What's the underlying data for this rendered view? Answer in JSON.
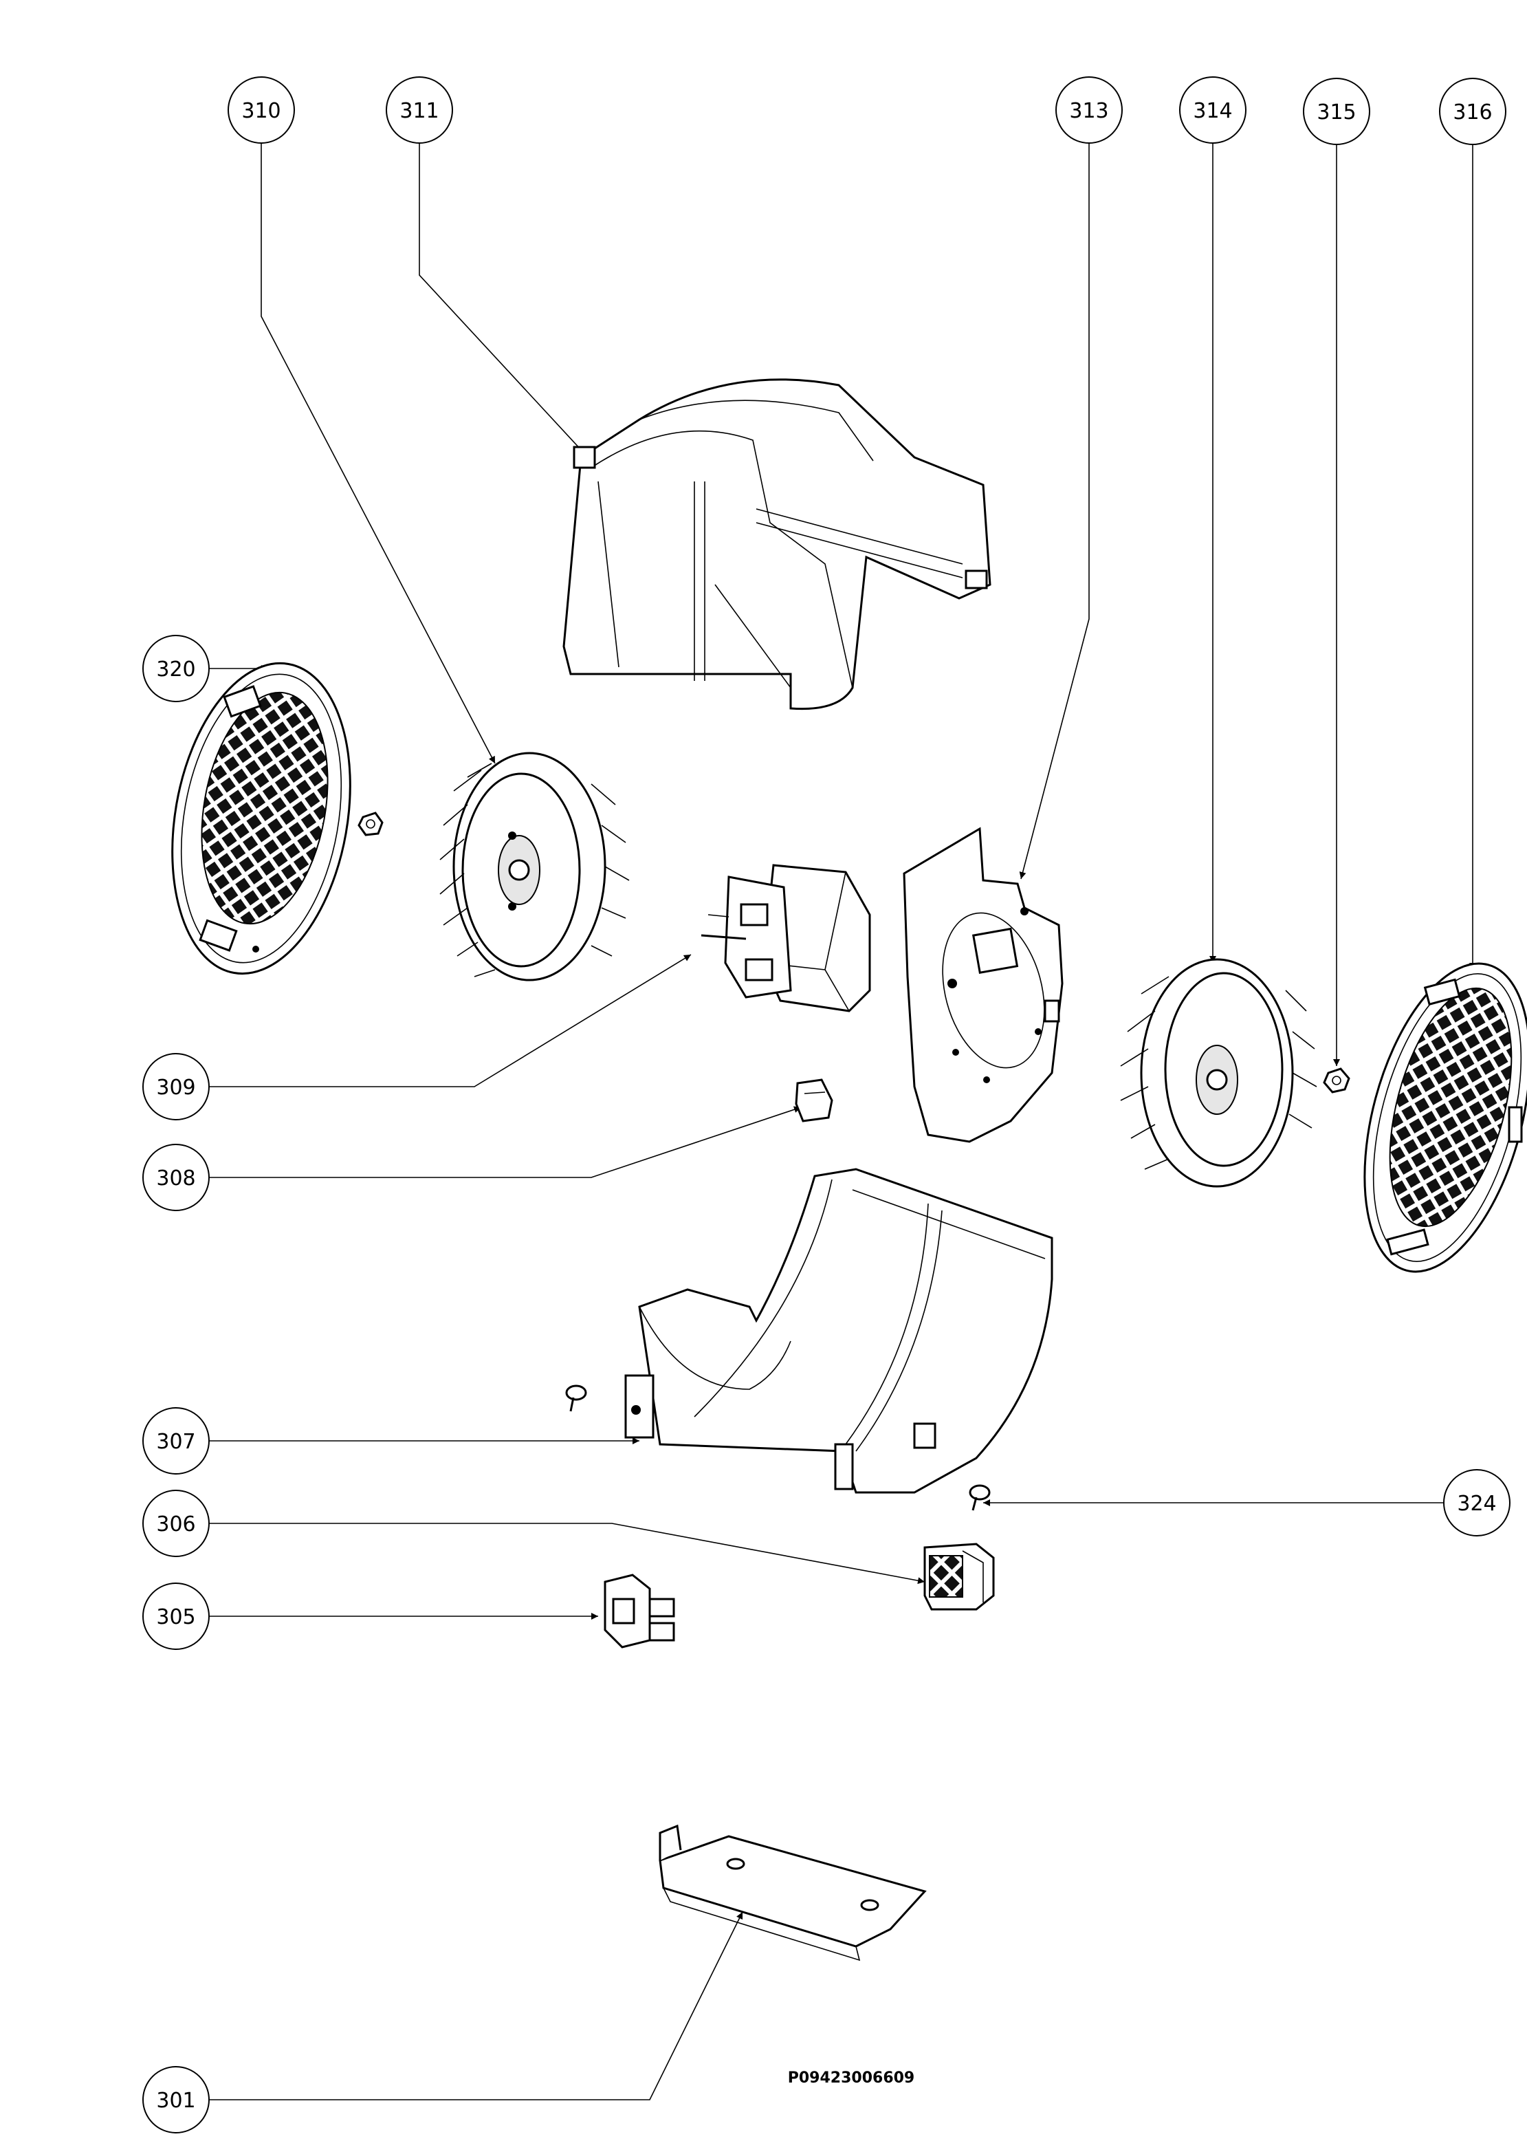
{
  "diagram": {
    "reference_code": "P09423006609",
    "callouts": [
      {
        "id": "310",
        "label": "310"
      },
      {
        "id": "311",
        "label": "311"
      },
      {
        "id": "313",
        "label": "313"
      },
      {
        "id": "314",
        "label": "314"
      },
      {
        "id": "315",
        "label": "315"
      },
      {
        "id": "316",
        "label": "316"
      },
      {
        "id": "320",
        "label": "320"
      },
      {
        "id": "309",
        "label": "309"
      },
      {
        "id": "308",
        "label": "308"
      },
      {
        "id": "307",
        "label": "307"
      },
      {
        "id": "324",
        "label": "324"
      },
      {
        "id": "306",
        "label": "306"
      },
      {
        "id": "305",
        "label": "305"
      },
      {
        "id": "301",
        "label": "301"
      }
    ]
  }
}
